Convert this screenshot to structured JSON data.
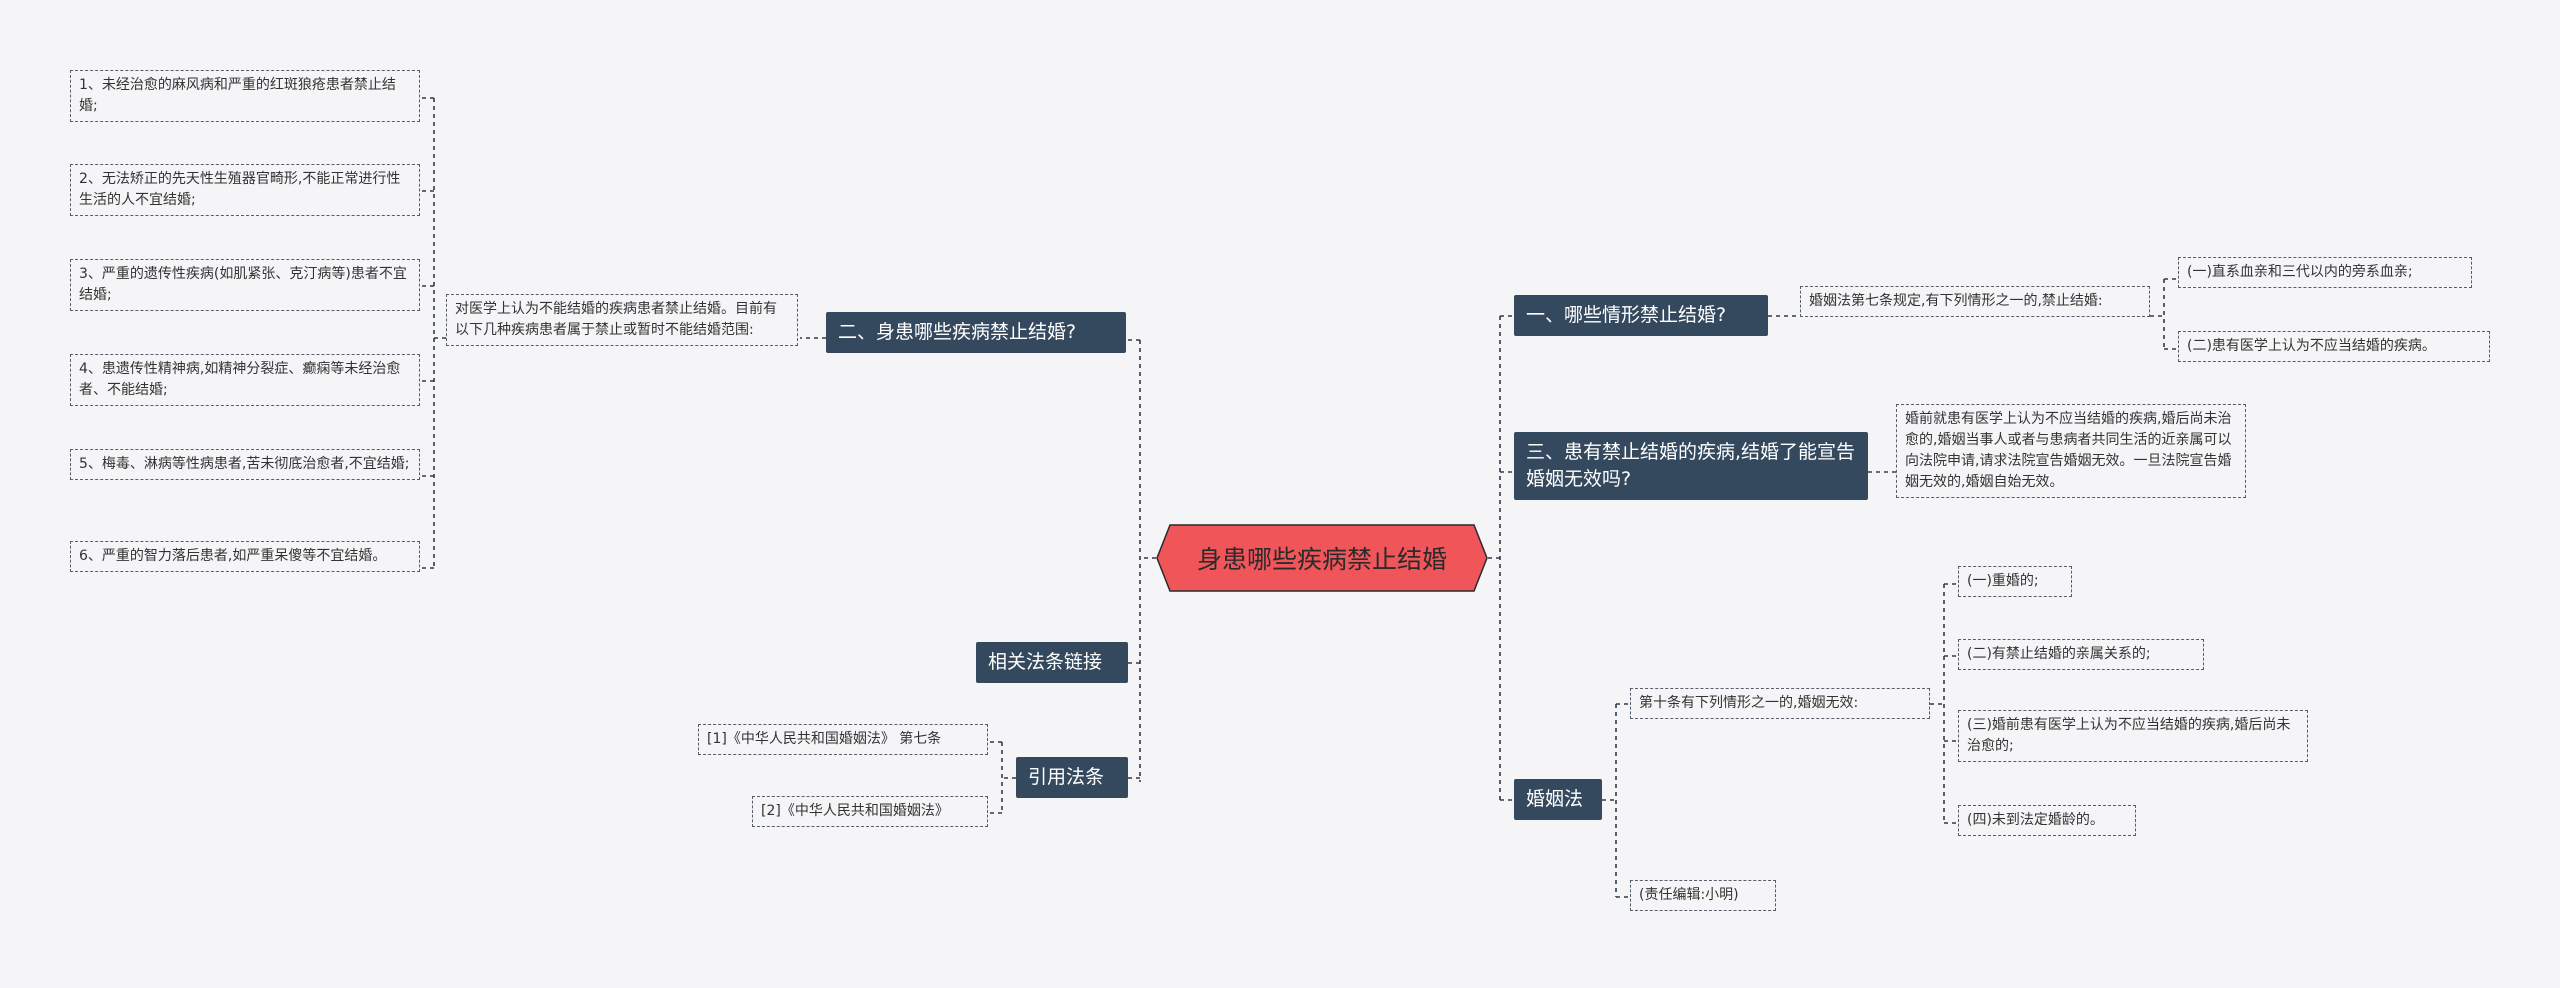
{
  "root": {
    "title": "身患哪些疾病禁止结婚"
  },
  "left": {
    "branch2": {
      "label": "二、身患哪些疾病禁止结婚?",
      "summary": "对医学上认为不能结婚的疾病患者禁止结婚。目前有以下几种疾病患者属于禁止或暂时不能结婚范围:",
      "items": [
        "1、未经治愈的麻风病和严重的红斑狼疮患者禁止结婚;",
        "2、无法矫正的先天性生殖器官畸形,不能正常进行性生活的人不宜结婚;",
        "3、严重的遗传性疾病(如肌紧张、克汀病等)患者不宜结婚;",
        "4、患遗传性精神病,如精神分裂症、癫痫等未经治愈者、不能结婚;",
        "5、梅毒、淋病等性病患者,苦未彻底治愈者,不宜结婚;",
        "6、严重的智力落后患者,如严重呆傻等不宜结婚。"
      ]
    },
    "links_label": "相关法条链接",
    "citations": {
      "label": "引用法条",
      "items": [
        "[1]《中华人民共和国婚姻法》 第七条",
        "[2]《中华人民共和国婚姻法》"
      ]
    }
  },
  "right": {
    "branch1": {
      "label": "一、哪些情形禁止结婚?",
      "text": "婚姻法第七条规定,有下列情形之一的,禁止结婚:",
      "items": [
        "(一)直系血亲和三代以内的旁系血亲;",
        "(二)患有医学上认为不应当结婚的疾病。"
      ]
    },
    "branch3": {
      "label": "三、患有禁止结婚的疾病,结婚了能宣告婚姻无效吗?",
      "text": "婚前就患有医学上认为不应当结婚的疾病,婚后尚未治愈的,婚姻当事人或者与患病者共同生活的近亲属可以向法院申请,请求法院宣告婚姻无效。一旦法院宣告婚姻无效的,婚姻自始无效。"
    },
    "marriage_law": {
      "label": "婚姻法",
      "article": "第十条有下列情形之一的,婚姻无效:",
      "items": [
        "(一)重婚的;",
        "(二)有禁止结婚的亲属关系的;",
        "(三)婚前患有医学上认为不应当结婚的疾病,婚后尚未治愈的;",
        "(四)未到法定婚龄的。"
      ],
      "editor": "(责任编辑:小明)"
    }
  },
  "colors": {
    "root_fill": "#f0555a",
    "branch_fill": "#34495e",
    "line": "#2f3b4a"
  }
}
